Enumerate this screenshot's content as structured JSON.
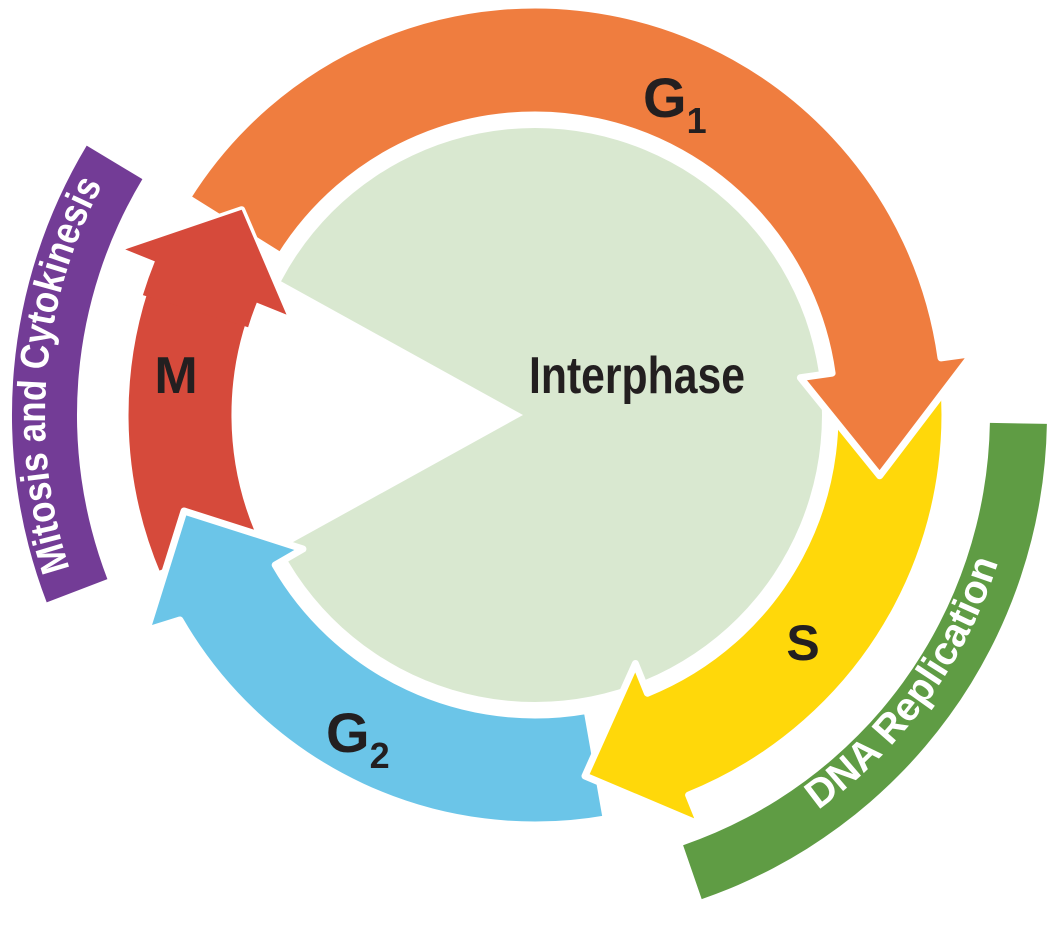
{
  "diagram": {
    "center": {
      "label": "Interphase"
    },
    "phases": [
      {
        "id": "G1",
        "label": "G",
        "subscript": "1",
        "color": "#EF7D3F"
      },
      {
        "id": "S",
        "label": "S",
        "subscript": "",
        "color": "#FFD80A"
      },
      {
        "id": "G2",
        "label": "G",
        "subscript": "2",
        "color": "#6BC5E8"
      },
      {
        "id": "M",
        "label": "M",
        "subscript": "",
        "color": "#D64A3B"
      }
    ],
    "outer_bands": [
      {
        "id": "mitosis-cytokinesis",
        "label": "Mitosis and Cytokinesis",
        "color": "#733C96",
        "text_color": "#FFFFFF"
      },
      {
        "id": "dna-replication",
        "label": "DNA Replication",
        "color": "#5F9C44",
        "text_color": "#FFFFFF"
      }
    ],
    "colors": {
      "background": "#FFFFFF",
      "interphase_fill": "#D9E8D0",
      "label_ink": "#231F20",
      "outline": "#FFFFFF"
    }
  }
}
